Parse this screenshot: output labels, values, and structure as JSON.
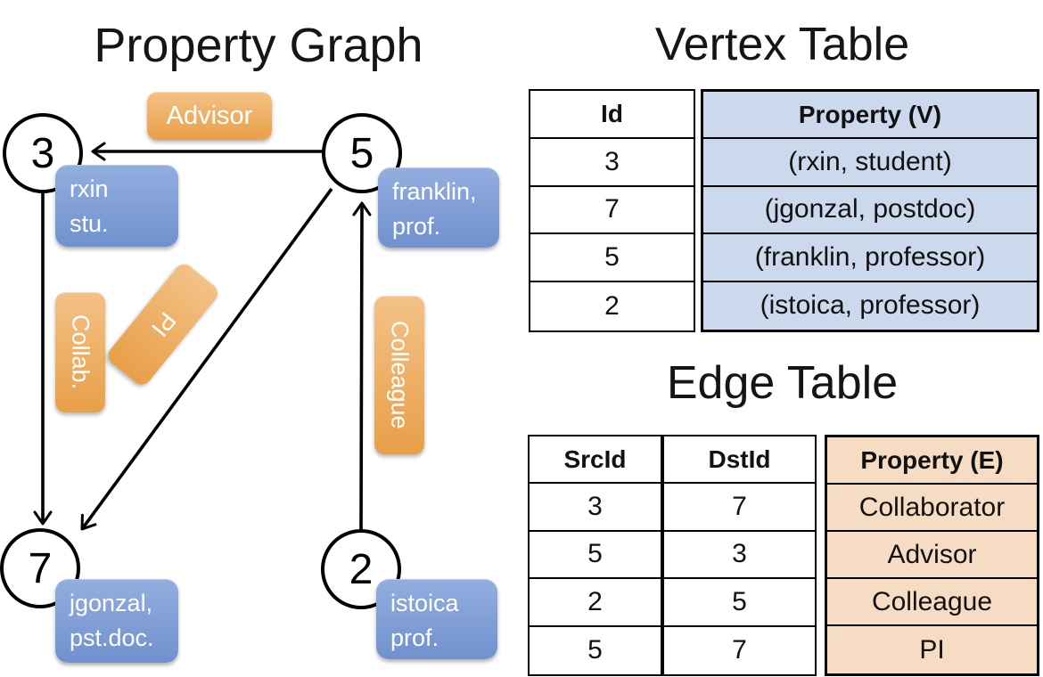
{
  "colors": {
    "edge_label_orange_top": "#f3c287",
    "edge_label_orange_bottom": "#e89f48",
    "vertex_label_blue_top": "#93aedf",
    "vertex_label_blue_bottom": "#7091ce",
    "vertex_table_fill": "#ccd8ec",
    "edge_table_fill": "#f6dcc2",
    "line_color": "#000000"
  },
  "graph": {
    "title": "Property Graph",
    "nodes": [
      {
        "id": "3",
        "prop_line1": "rxin",
        "prop_line2": "stu."
      },
      {
        "id": "5",
        "prop_line1": "franklin,",
        "prop_line2": "prof."
      },
      {
        "id": "7",
        "prop_line1": "jgonzal,",
        "prop_line2": "pst.doc."
      },
      {
        "id": "2",
        "prop_line1": "istoica",
        "prop_line2": "prof."
      }
    ],
    "edges": [
      {
        "label": "Advisor",
        "from": "5",
        "to": "3"
      },
      {
        "label": "Collab.",
        "from": "3",
        "to": "7"
      },
      {
        "label": "PI",
        "from": "5",
        "to": "7"
      },
      {
        "label": "Colleague",
        "from": "2",
        "to": "5"
      }
    ]
  },
  "vertex_table": {
    "title": "Vertex Table",
    "columns": {
      "id": "Id",
      "property": "Property (V)"
    },
    "rows": [
      {
        "id": "3",
        "property": "(rxin, student)"
      },
      {
        "id": "7",
        "property": "(jgonzal, postdoc)"
      },
      {
        "id": "5",
        "property": "(franklin, professor)"
      },
      {
        "id": "2",
        "property": "(istoica, professor)"
      }
    ]
  },
  "edge_table": {
    "title": "Edge Table",
    "columns": {
      "src": "SrcId",
      "dst": "DstId",
      "property": "Property (E)"
    },
    "rows": [
      {
        "src": "3",
        "dst": "7",
        "property": "Collaborator"
      },
      {
        "src": "5",
        "dst": "3",
        "property": "Advisor"
      },
      {
        "src": "2",
        "dst": "5",
        "property": "Colleague"
      },
      {
        "src": "5",
        "dst": "7",
        "property": "PI"
      }
    ]
  }
}
